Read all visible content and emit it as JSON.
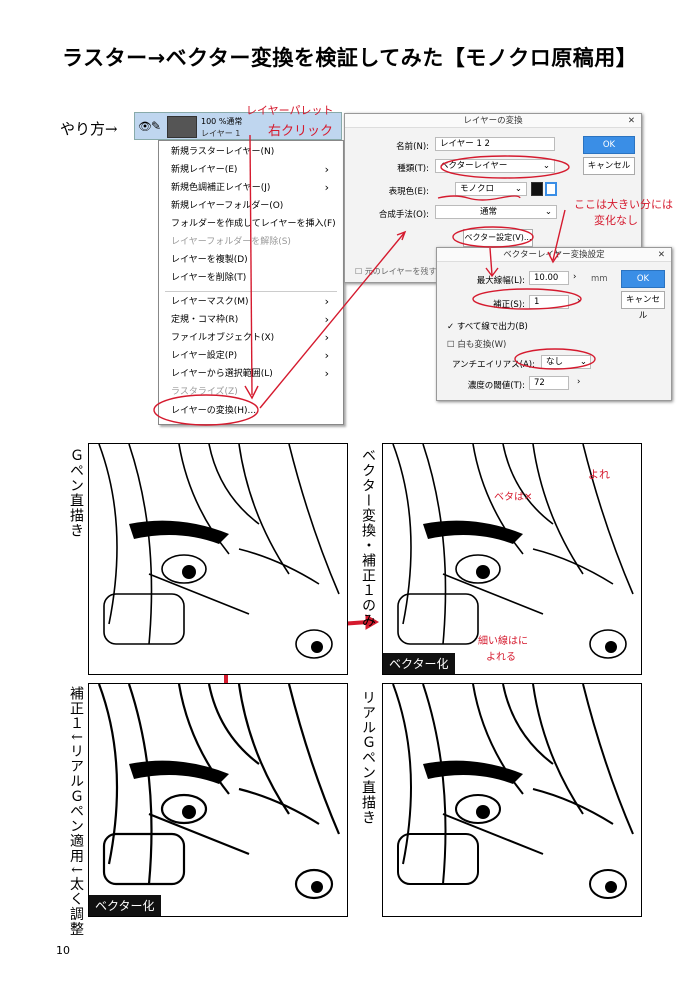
{
  "title": "ラスター→ベクター変換を検証してみた【モノクロ原稿用】",
  "howto_label": "やり方→",
  "layer_palette": {
    "blend": "100 %通常",
    "layer_name": "レイヤー 1"
  },
  "context_menu": {
    "items": [
      {
        "label": "新規ラスターレイヤー(N)",
        "has_sub": false,
        "disabled": false
      },
      {
        "label": "新規レイヤー(E)",
        "has_sub": true,
        "disabled": false
      },
      {
        "label": "新規色調補正レイヤー(J)",
        "has_sub": true,
        "disabled": false
      },
      {
        "label": "新規レイヤーフォルダー(O)",
        "has_sub": false,
        "disabled": false
      },
      {
        "label": "フォルダーを作成してレイヤーを挿入(F)",
        "has_sub": false,
        "disabled": false
      },
      {
        "label": "レイヤーフォルダーを解除(S)",
        "has_sub": false,
        "disabled": true
      },
      {
        "label": "レイヤーを複製(D)",
        "has_sub": false,
        "disabled": false
      },
      {
        "label": "レイヤーを削除(T)",
        "has_sub": false,
        "disabled": false
      },
      {
        "label": "レイヤーマスク(M)",
        "has_sub": true,
        "disabled": false
      },
      {
        "label": "定規・コマ枠(R)",
        "has_sub": true,
        "disabled": false
      },
      {
        "label": "ファイルオブジェクト(X)",
        "has_sub": true,
        "disabled": false
      },
      {
        "label": "レイヤー設定(P)",
        "has_sub": true,
        "disabled": false
      },
      {
        "label": "レイヤーから選択範囲(L)",
        "has_sub": true,
        "disabled": false
      },
      {
        "label": "ラスタライズ(Z)",
        "has_sub": false,
        "disabled": true
      },
      {
        "label": "レイヤーの変換(H)...",
        "has_sub": false,
        "disabled": false
      }
    ]
  },
  "convert_dialog": {
    "title": "レイヤーの変換",
    "name_label": "名前(N):",
    "name_value": "レイヤー 1 2",
    "type_label": "種類(T):",
    "type_value": "ベクターレイヤー",
    "color_label": "表現色(E):",
    "color_value": "モノクロ",
    "blend_label": "合成手法(O):",
    "blend_value": "通常",
    "vector_btn": "ベクター設定(V)...",
    "keep_label": "元のレイヤーを残す(L)",
    "ok": "OK",
    "cancel": "キャンセル"
  },
  "vector_dialog": {
    "title": "ベクターレイヤー変換設定",
    "max_width_label": "最大線幅(L):",
    "max_width_value": "10.00",
    "max_width_unit": "mm",
    "correction_label": "補正(S):",
    "correction_value": "1",
    "all_lines_label": "すべて線で出力(B)",
    "white_label": "白も変換(W)",
    "aa_label": "アンチエイリアス(A):",
    "aa_value": "なし",
    "threshold_label": "濃度の閾値(T):",
    "threshold_value": "72",
    "ok": "OK",
    "cancel": "キャンセル"
  },
  "annotations": {
    "palette": "レイヤーパレット",
    "right_click": "右クリック",
    "note1": "ここは大きい分には",
    "note2": "変化なし",
    "beta": "ベタは✕",
    "yore": "よれ",
    "thin_yore1": "細い線はに",
    "thin_yore2": "よれる"
  },
  "panels": {
    "p1_label": "Ｇペン直描き",
    "p2_label": "ベクター変換・補正１のみ",
    "p3_label": "補正１↓リアルＧペン適用↓太く調整",
    "p4_label": "リアルＧペン直描き",
    "vector_tag": "ベクター化"
  },
  "page_number": "10",
  "colors": {
    "annotation_red": "#d51a2e",
    "ok_blue": "#3a8ee6",
    "palette_selected": "#bfd6ef"
  }
}
